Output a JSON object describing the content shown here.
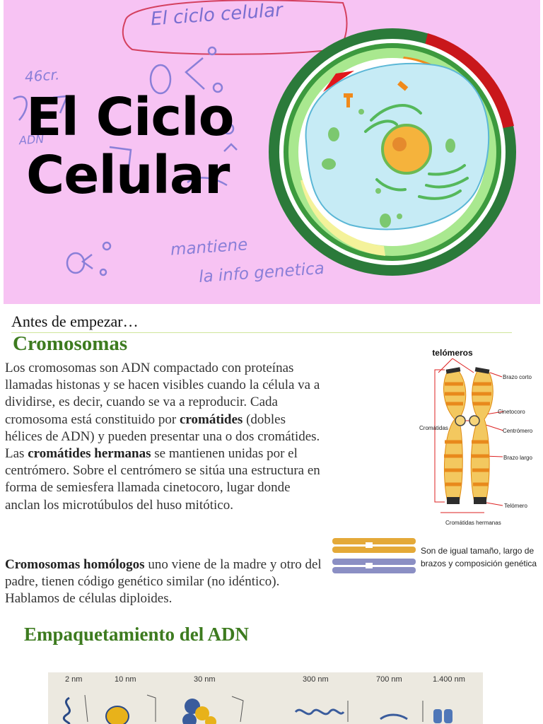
{
  "hero": {
    "title_line1": "El Ciclo",
    "title_line2": "Celular",
    "handwriting_top": "El ciclo celular",
    "handwriting_46": "46cr.",
    "handwriting_adn": "ADN",
    "handwriting_bottom1": "mantiene",
    "handwriting_bottom2": "la info genetica"
  },
  "intro": "Antes de empezar…",
  "section1": {
    "title": "Cromosomas",
    "p1_parts": [
      "Los cromosomas son ADN compactado con proteínas llamadas histonas y se hacen visibles cuando la célula va a dividirse, es decir, cuando se va a reproducir. Cada cromosoma está constituido por ",
      "cromátides",
      " (dobles hélices de ADN) y pueden presentar una o dos cromátides. Las ",
      "cromátides hermanas",
      " se mantienen unidas por el centrómero. Sobre el centrómero se sitúa una estructura en forma de semiesfera llamada cinetocoro, lugar donde anclan los microtúbulos del huso mitótico."
    ],
    "p2_parts": [
      "Cromosomas homólogos",
      " uno viene de la madre y otro del padre, tienen código genético similar (no idéntico). Hablamos de células diploides."
    ]
  },
  "figure": {
    "telomeros": "telómeros",
    "brazo_corto": "Brazo corto",
    "cinetocoro": "Cinetocoro",
    "centromero": "Centrómero",
    "cromatidas": "Cromátidas",
    "brazo_largo": "Brazo largo",
    "telomero": "Telómero",
    "cromatidas_hermanas": "Cromátidas hermanas",
    "homolog_line1": "Son de igual tamaño, largo de",
    "homolog_line2": "brazos y composición genética"
  },
  "section2": {
    "title": "Empaquetamiento del ADN"
  },
  "strip": {
    "labels": [
      "2 nm",
      "10 nm",
      "30 nm",
      "300 nm",
      "700 nm",
      "1.400 nm"
    ]
  },
  "colors": {
    "heading_green": "#3d7b1f",
    "hero_bg": "#f7c3f3",
    "chromosome_orange": "#e8891c"
  }
}
